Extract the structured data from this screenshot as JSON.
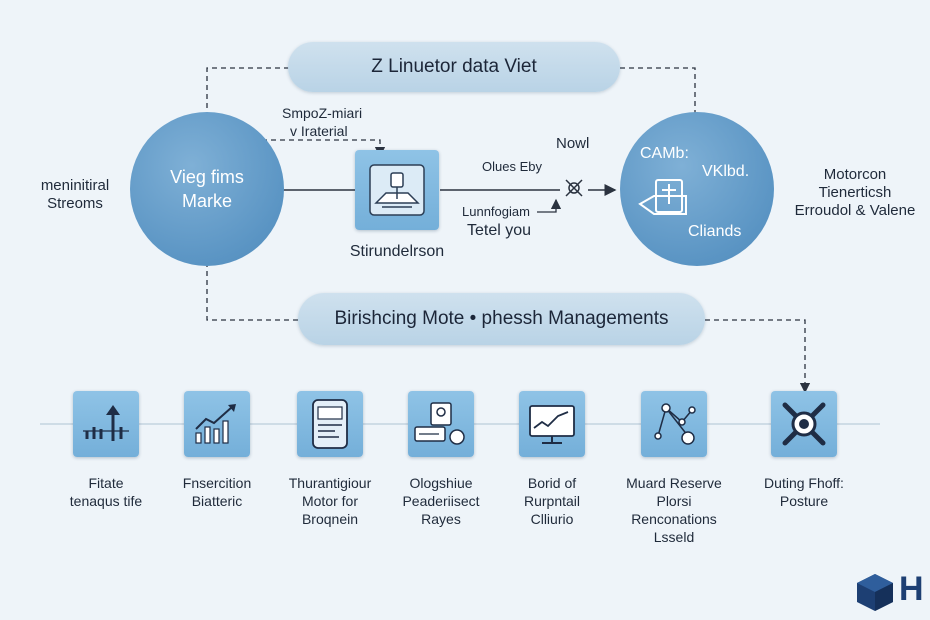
{
  "top_banner": "Z Linuetor data Viet",
  "mid_banner": "Birishcing Mote • phessh Managements",
  "left_circle": {
    "line1": "Vieg fims",
    "line2": "Marke"
  },
  "right_circle": {
    "line1": "CAMb:",
    "line2": "VKlbd.",
    "line3": "Cliands"
  },
  "left_side_text": {
    "line1": "meninitiral",
    "line2": "Streoms"
  },
  "right_side_text": {
    "line1": "Motorcon",
    "line2": "Tienerticsh",
    "line3": "Erroudol & Valene"
  },
  "top_annotation": {
    "line1": "SmpoZ-miari",
    "line2": "v Iraterial"
  },
  "center_caption": "Stirundelrson",
  "flow_labels": {
    "right_top": "Olues Eby",
    "right_node": "Nowl",
    "lower_a": "Lunnfogiam",
    "lower_b": "Tetel you"
  },
  "bottom_items": [
    {
      "icon": "bar-chart-arrow-icon",
      "lines": [
        "Fitate",
        "tenaqus tife"
      ]
    },
    {
      "icon": "growth-chart-icon",
      "lines": [
        "Fnsercition",
        "Biatteric"
      ]
    },
    {
      "icon": "dashboard-tablet-icon",
      "lines": [
        "Thurantigiour",
        "Motor for",
        "Broqnein"
      ]
    },
    {
      "icon": "document-chat-icon",
      "lines": [
        "Ologshiue",
        "Peaderiisect",
        "Rayes"
      ]
    },
    {
      "icon": "monitor-chart-icon",
      "lines": [
        "Borid of",
        "Rurpntail",
        "Clliurio"
      ]
    },
    {
      "icon": "network-nodes-icon",
      "lines": [
        "Muard Reserve",
        "Plorsi",
        "Renconations",
        "Lsseld"
      ]
    },
    {
      "icon": "drone-icon",
      "lines": [
        "Duting Fhoff:",
        "Posture"
      ]
    }
  ],
  "logo_text": "H",
  "colors": {
    "primary": "#5b95c4",
    "tile": "#7fb7de",
    "banner": "#c4dae9",
    "line": "#2b3340"
  }
}
